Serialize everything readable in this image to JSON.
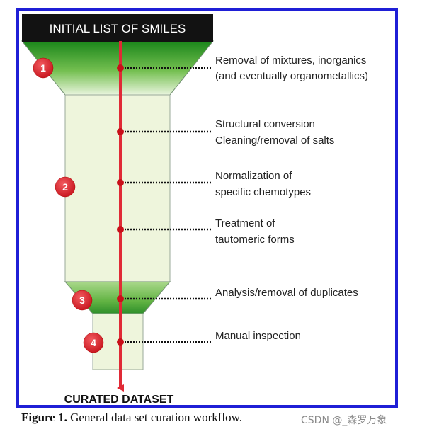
{
  "diagram": {
    "header": "INITIAL LIST OF SMILES",
    "footer": "CURATED DATASET",
    "steps": [
      {
        "number": "1",
        "lines": [
          "Removal of mixtures, inorganics",
          "(and eventually organometallics)"
        ]
      },
      {
        "number": "2",
        "lines": [
          "Structural conversion",
          "Cleaning/removal of salts"
        ]
      },
      {
        "number": "",
        "lines": [
          "Normalization of",
          "specific chemotypes"
        ]
      },
      {
        "number": "",
        "lines": [
          "Treatment of",
          "tautomeric forms"
        ]
      },
      {
        "number": "3",
        "lines": [
          "Analysis/removal of duplicates"
        ]
      },
      {
        "number": "4",
        "lines": [
          "Manual inspection"
        ]
      }
    ],
    "colors": {
      "border": "#1f1fd6",
      "header_bg": "#121212",
      "funnel_green_dark": "#1e8c1e",
      "funnel_green_light": "#eaf5df",
      "body_fill": "#eef5dc",
      "arrow": "#e02a36",
      "badge": "#e3262e"
    }
  },
  "caption": {
    "label": "Figure 1.",
    "text": "General data set curation workflow."
  },
  "watermark": "CSDN @_森罗万象"
}
